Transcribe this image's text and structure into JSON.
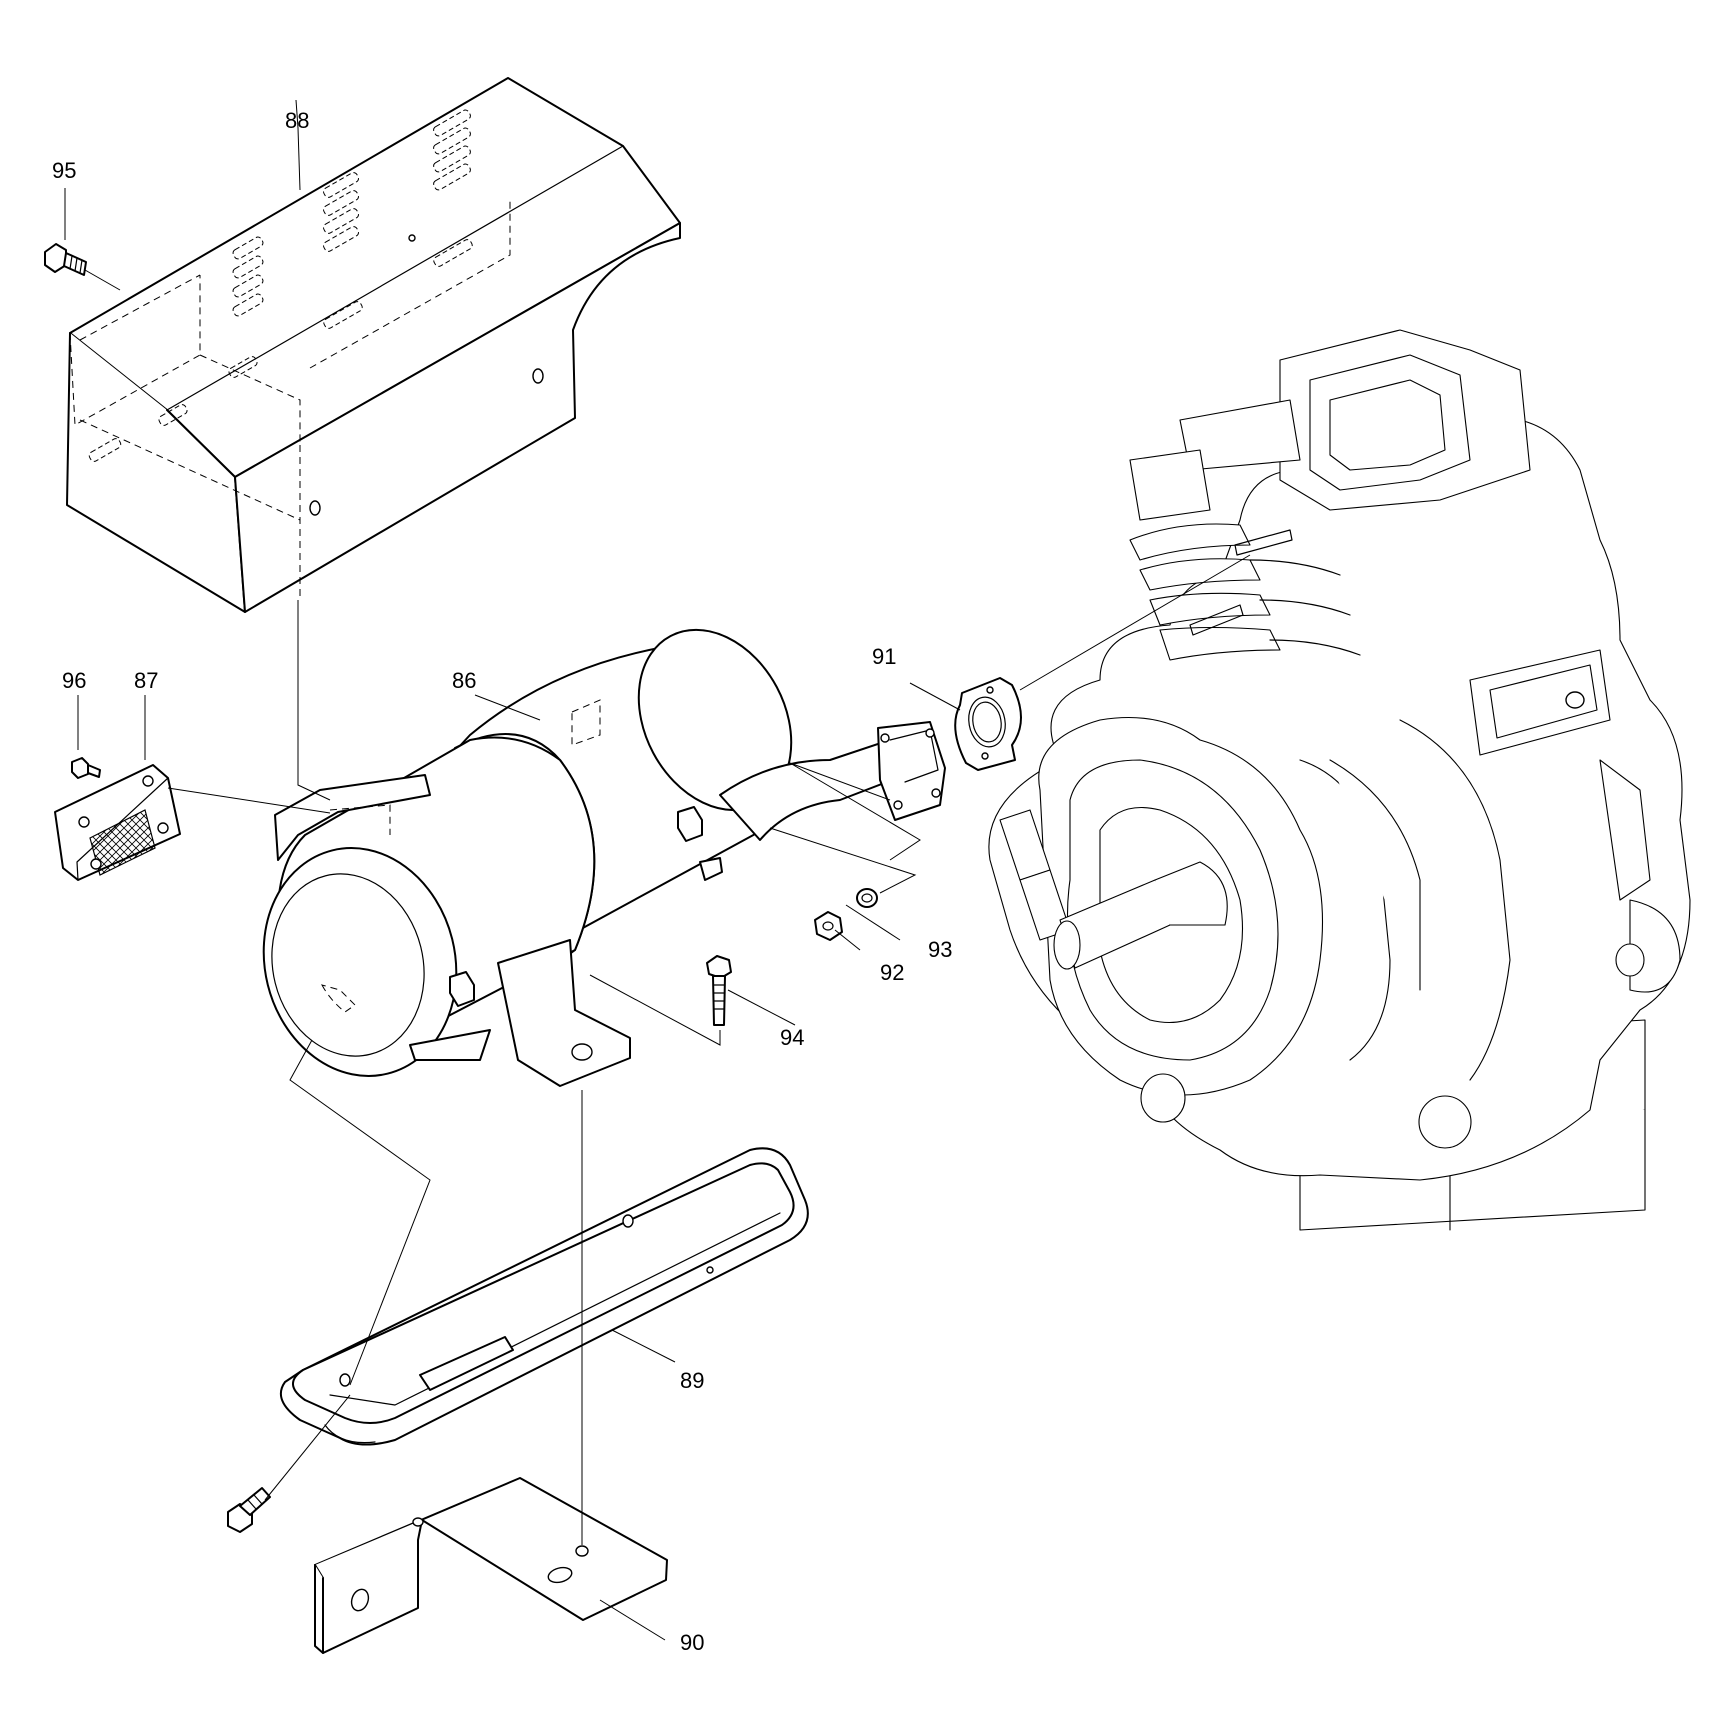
{
  "callouts": {
    "c86": "86",
    "c87": "87",
    "c88": "88",
    "c89": "89",
    "c90": "90",
    "c91": "91",
    "c92": "92",
    "c93": "93",
    "c94": "94",
    "c95": "95",
    "c96": "96"
  },
  "colors": {
    "line": "#000000",
    "background": "#ffffff"
  }
}
